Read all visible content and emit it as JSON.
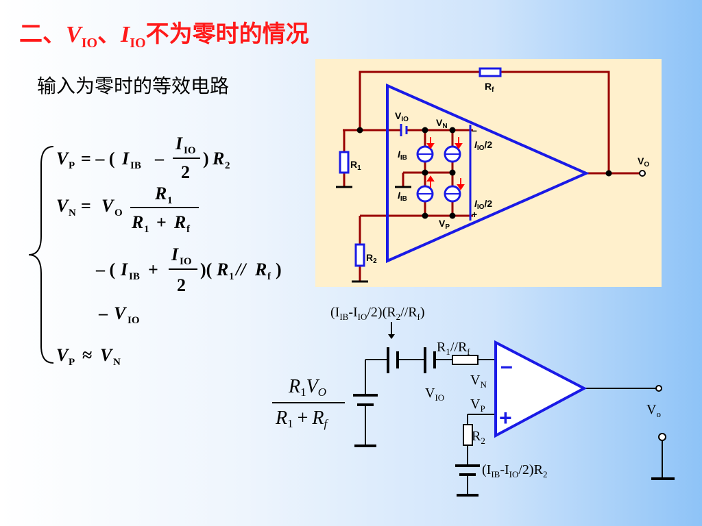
{
  "title": {
    "prefix": "二、",
    "v": "V",
    "io_sub_1": "IO",
    "sep": "、",
    "i": "I",
    "io_sub_2": "IO",
    "suffix": "不为零时的情况"
  },
  "subtitle": "输入为零时的等效电路",
  "equations": {
    "l1": {
      "vp": "V",
      "p": "P",
      "eq": "= – (",
      "iib": "I",
      "ib": "IB",
      "minus": "–",
      "num_i": "I",
      "num_io": "IO",
      "den": "2",
      "close": ")",
      "r2": "R",
      "r2s": "2"
    },
    "l2": {
      "vn": "V",
      "n": "N",
      "eq": "= ",
      "vo": "V",
      "o": "O",
      "num_r": "R",
      "num_1": "1",
      "den_r1": "R",
      "den_1": "1",
      "plus": "+",
      "den_rf": "R",
      "den_f": "f"
    },
    "l3": {
      "open": "– (",
      "iib": "I",
      "ib": "IB",
      "plus": "+",
      "num_i": "I",
      "num_io": "IO",
      "den": "2",
      "mid": ")(",
      "r1": "R",
      "r1s": "1",
      "par": "//",
      "rf": "R",
      "rfs": "f",
      "close": ")"
    },
    "l4": {
      "minus": "–",
      "v": "V",
      "io": "IO"
    },
    "l5": {
      "vp": "V",
      "p": "P",
      "approx": "≈",
      "vn": "V",
      "n": "N"
    }
  },
  "fig1": {
    "rf": "R",
    "rf_sub": "f",
    "r1": "R",
    "r1_sub": "1",
    "r2": "R",
    "r2_sub": "2",
    "vio": "V",
    "vio_sub": "IO",
    "vn": "V",
    "vn_sub": "N",
    "vp": "V",
    "vp_sub": "P",
    "iib_top": "I",
    "iib_top_sub": "IB",
    "iib_bot": "I",
    "iib_bot_sub": "IB",
    "iio_top": "I",
    "iio_top_sub": "IO",
    "iio_top_tail": "/2",
    "iio_bot": "I",
    "iio_bot_sub": "IO",
    "iio_bot_tail": "/2",
    "minus": "–",
    "plus": "+",
    "vo": "V",
    "vo_sub": "O"
  },
  "fig2": {
    "src_label": {
      "a": "(I",
      "ib": "IB",
      "b": "-I",
      "io": "IO",
      "c": "/2)(R",
      "two": "2",
      "d": "//R",
      "f": "f",
      "e": ")"
    },
    "r1rf": {
      "a": "R",
      "one": "1",
      "b": "//R",
      "f": "f"
    },
    "vn": "V",
    "vn_sub": "N",
    "vio": "V",
    "vio_sub": "IO",
    "vp": "V",
    "vp_sub": "P",
    "minus": "–",
    "plus": "+",
    "vo": "V",
    "vo_sub": "o",
    "r2": "R",
    "r2_sub": "2",
    "bottom_label": {
      "a": "(I",
      "ib": "IB",
      "b": "-I",
      "io": "IO",
      "c": "/2)R",
      "two": "2"
    },
    "frac": {
      "r": "R",
      "one": "1",
      "v": "V",
      "o": "O",
      "dr1": "R",
      "d1": "1",
      "plus": "+",
      "drf": "R",
      "df": "f"
    }
  }
}
